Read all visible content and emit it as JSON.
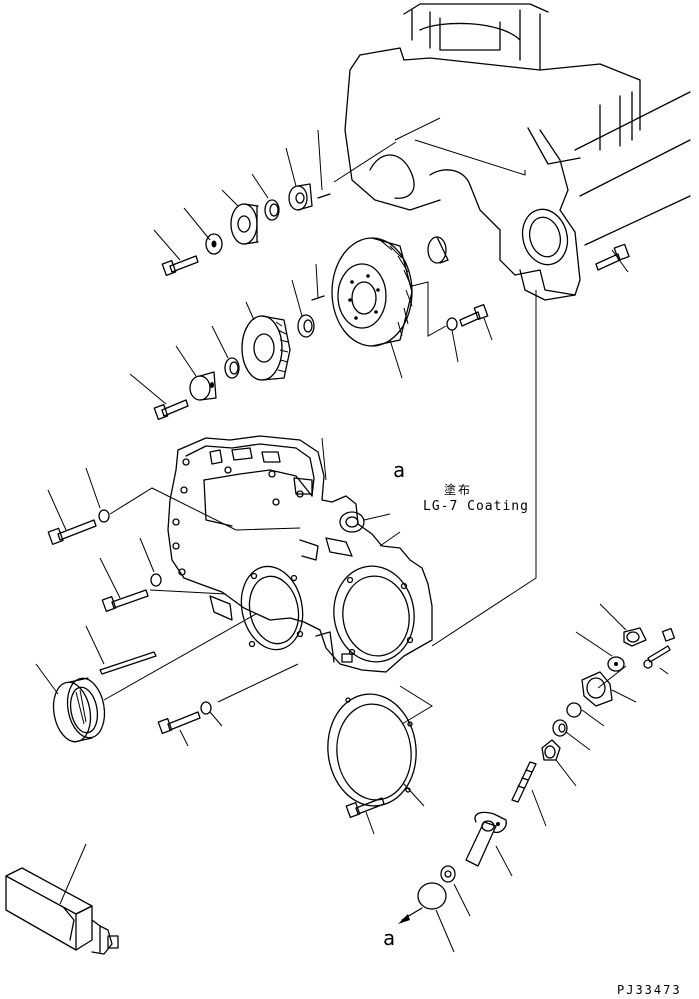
{
  "annotations": {
    "ref_top": "a",
    "ref_bottom": "a",
    "coating_jp": "塗布",
    "coating": "LG-7 Coating"
  },
  "figure_code": "PJ33473",
  "icons": [
    "engine-block",
    "front-gear-cover",
    "gear",
    "bolt",
    "washer",
    "oil-seal",
    "gasket",
    "dowel-pin",
    "tachometer-drive",
    "hex-socket-tool"
  ]
}
